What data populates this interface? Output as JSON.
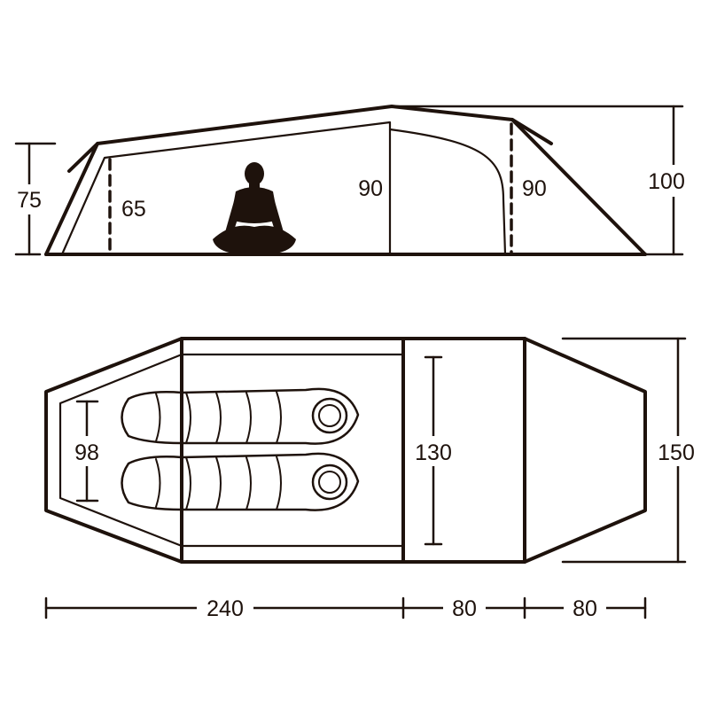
{
  "colors": {
    "line": "#1e120c",
    "background": "#ffffff"
  },
  "side_view": {
    "end_height": "75",
    "inner_end_height": "65",
    "inner_peak_height": "90",
    "vestibule_height": "90",
    "peak_height": "100"
  },
  "top_view": {
    "inner_width": "98",
    "vestibule_width": "130",
    "total_width": "150",
    "length_inner": "240",
    "length_vestibule": "80",
    "length_tail": "80"
  }
}
